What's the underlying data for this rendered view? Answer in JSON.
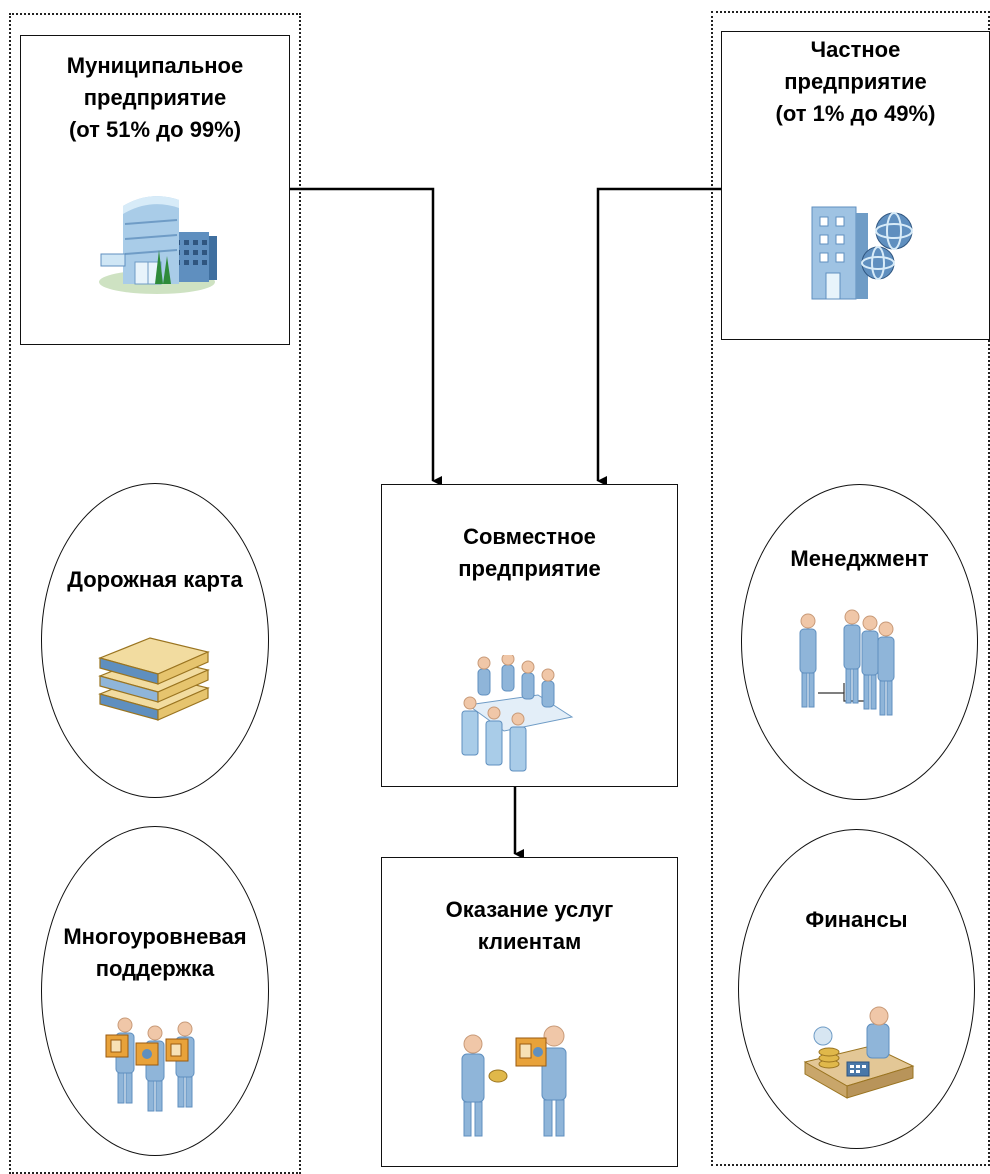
{
  "left_group": {
    "title": "Муниципальное\nпредприятие\n(от 51% до 99%)",
    "items": [
      "Дорожная карта",
      "Многоуровневая\nподдержка"
    ]
  },
  "right_group": {
    "title": "Частное\nпредприятие\n(от 1% до 49%)",
    "items": [
      "Менеджмент",
      "Финансы"
    ]
  },
  "center": {
    "joint_venture": "Совместное\nпредприятие",
    "services": "Оказание услуг\nклиентам"
  },
  "icons": [
    "municipal-building-icon",
    "office-building-globe-icon",
    "books-stack-icon",
    "workers-with-boxes-icon",
    "conference-meeting-icon",
    "service-handover-icon",
    "management-team-icon",
    "finance-desk-icon"
  ],
  "colors": {
    "line": "#000000",
    "icon_blue": "#8fb5d9",
    "icon_orange": "#e8a23a"
  }
}
